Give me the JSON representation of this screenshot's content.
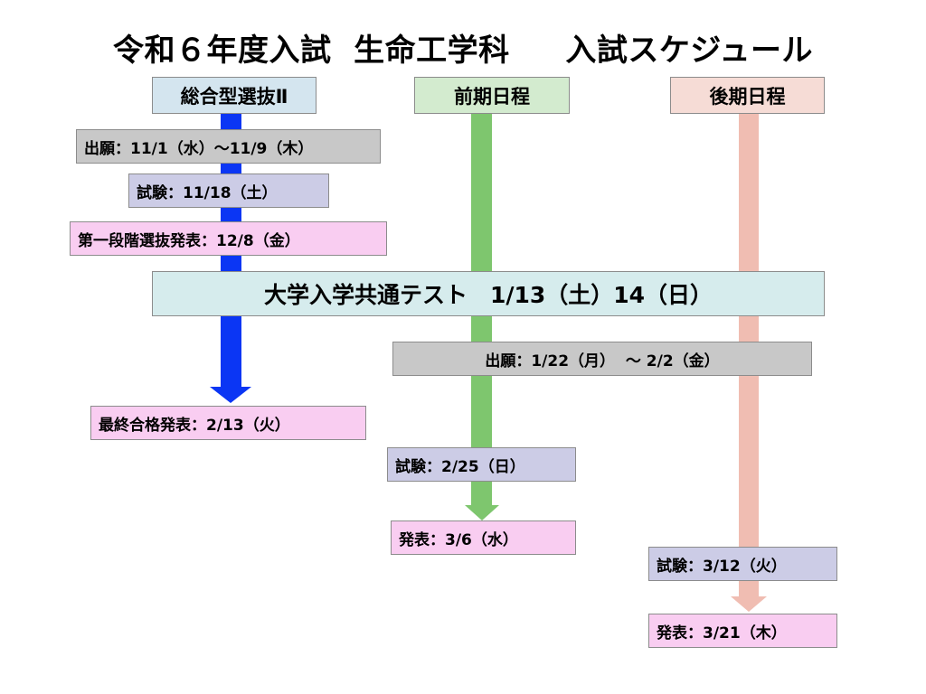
{
  "title": "令和６年度入試  生命工学科     入試スケジュール",
  "colors": {
    "sogo_arrow": "#0b36f4",
    "zenki_arrow": "#7ec66e",
    "koki_arrow": "#f0bdb2",
    "sogo_header": "#d4e5ef",
    "zenki_header": "#d3ebcf",
    "koki_header": "#f6dcd6",
    "gray_box": "#c8c8c8",
    "exam_box": "#cccce6",
    "announce_box": "#f9cdf1",
    "common_test_box": "#d6eced"
  },
  "tracks": [
    {
      "header": "総合型選抜Ⅱ",
      "events": [
        "出願：11/1（水）～11/9（木）",
        "試験：11/18（土）",
        "第一段階選抜発表：12/8（金）",
        "最終合格発表：2/13（火）"
      ]
    },
    {
      "header": "前期日程",
      "events": [
        "試験：2/25（日）",
        "発表：3/6（水）"
      ]
    },
    {
      "header": "後期日程",
      "events": [
        "試験：3/12（火）",
        "発表：3/21（木）"
      ]
    }
  ],
  "common_test": "大学入学共通テスト　1/13（土）14（日）",
  "shared_application": "出願：1/22（月）  ～ 2/2（金）"
}
